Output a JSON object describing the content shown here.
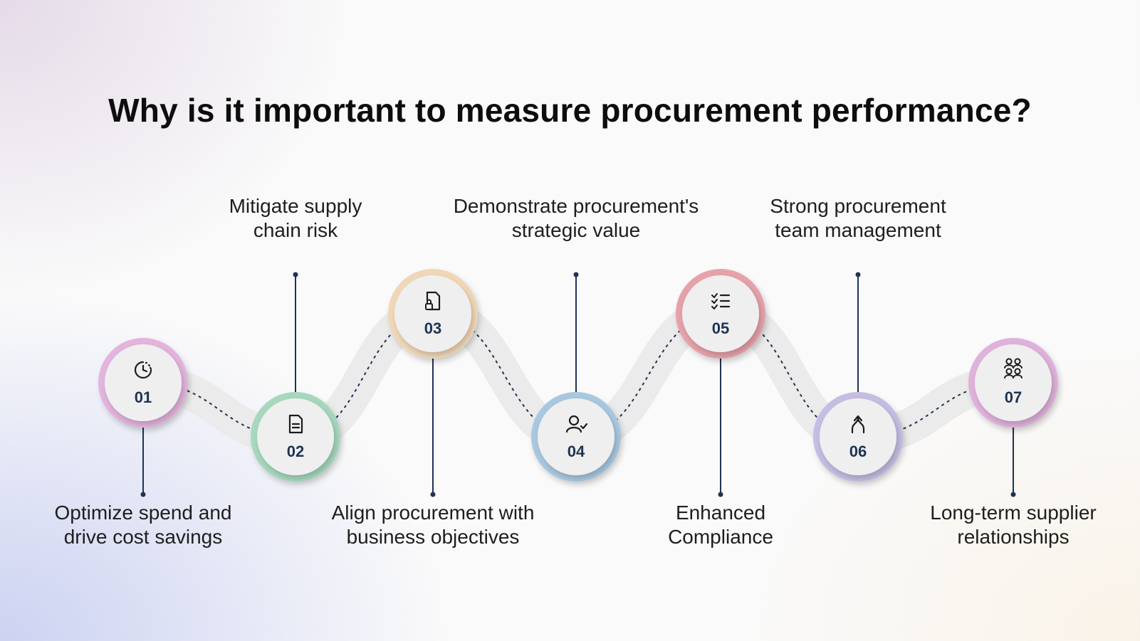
{
  "title": "Why is it important to measure procurement performance?",
  "colors": {
    "track": "#ebebeb",
    "connector": "#1f3352",
    "inner_circle": "#efefef"
  },
  "steps": [
    {
      "number": "01",
      "lines": [
        "Optimize spend and",
        "drive cost savings"
      ],
      "icon": "clock-icon",
      "ring_color": "#e3b4dd",
      "label_position": "bottom"
    },
    {
      "number": "02",
      "lines": [
        "Mitigate supply",
        "chain risk"
      ],
      "icon": "document-icon",
      "ring_color": "#a6d8bd",
      "label_position": "top"
    },
    {
      "number": "03",
      "lines": [
        "Align procurement with",
        "business objectives"
      ],
      "icon": "file-lock-icon",
      "ring_color": "#f0d7b8",
      "label_position": "bottom"
    },
    {
      "number": "04",
      "lines": [
        "Demonstrate procurement's",
        "strategic value"
      ],
      "icon": "user-check-icon",
      "ring_color": "#a9c8e0",
      "label_position": "top"
    },
    {
      "number": "05",
      "lines": [
        "Enhanced",
        "Compliance"
      ],
      "icon": "checklist-icon",
      "ring_color": "#e6a2aa",
      "label_position": "bottom"
    },
    {
      "number": "06",
      "lines": [
        "Strong procurement",
        "team management"
      ],
      "icon": "merge-arrow-icon",
      "ring_color": "#c5bde2",
      "label_position": "top"
    },
    {
      "number": "07",
      "lines": [
        "Long-term supplier",
        "relationships"
      ],
      "icon": "team-icon",
      "ring_color": "#dfb2dc",
      "label_position": "bottom"
    }
  ]
}
